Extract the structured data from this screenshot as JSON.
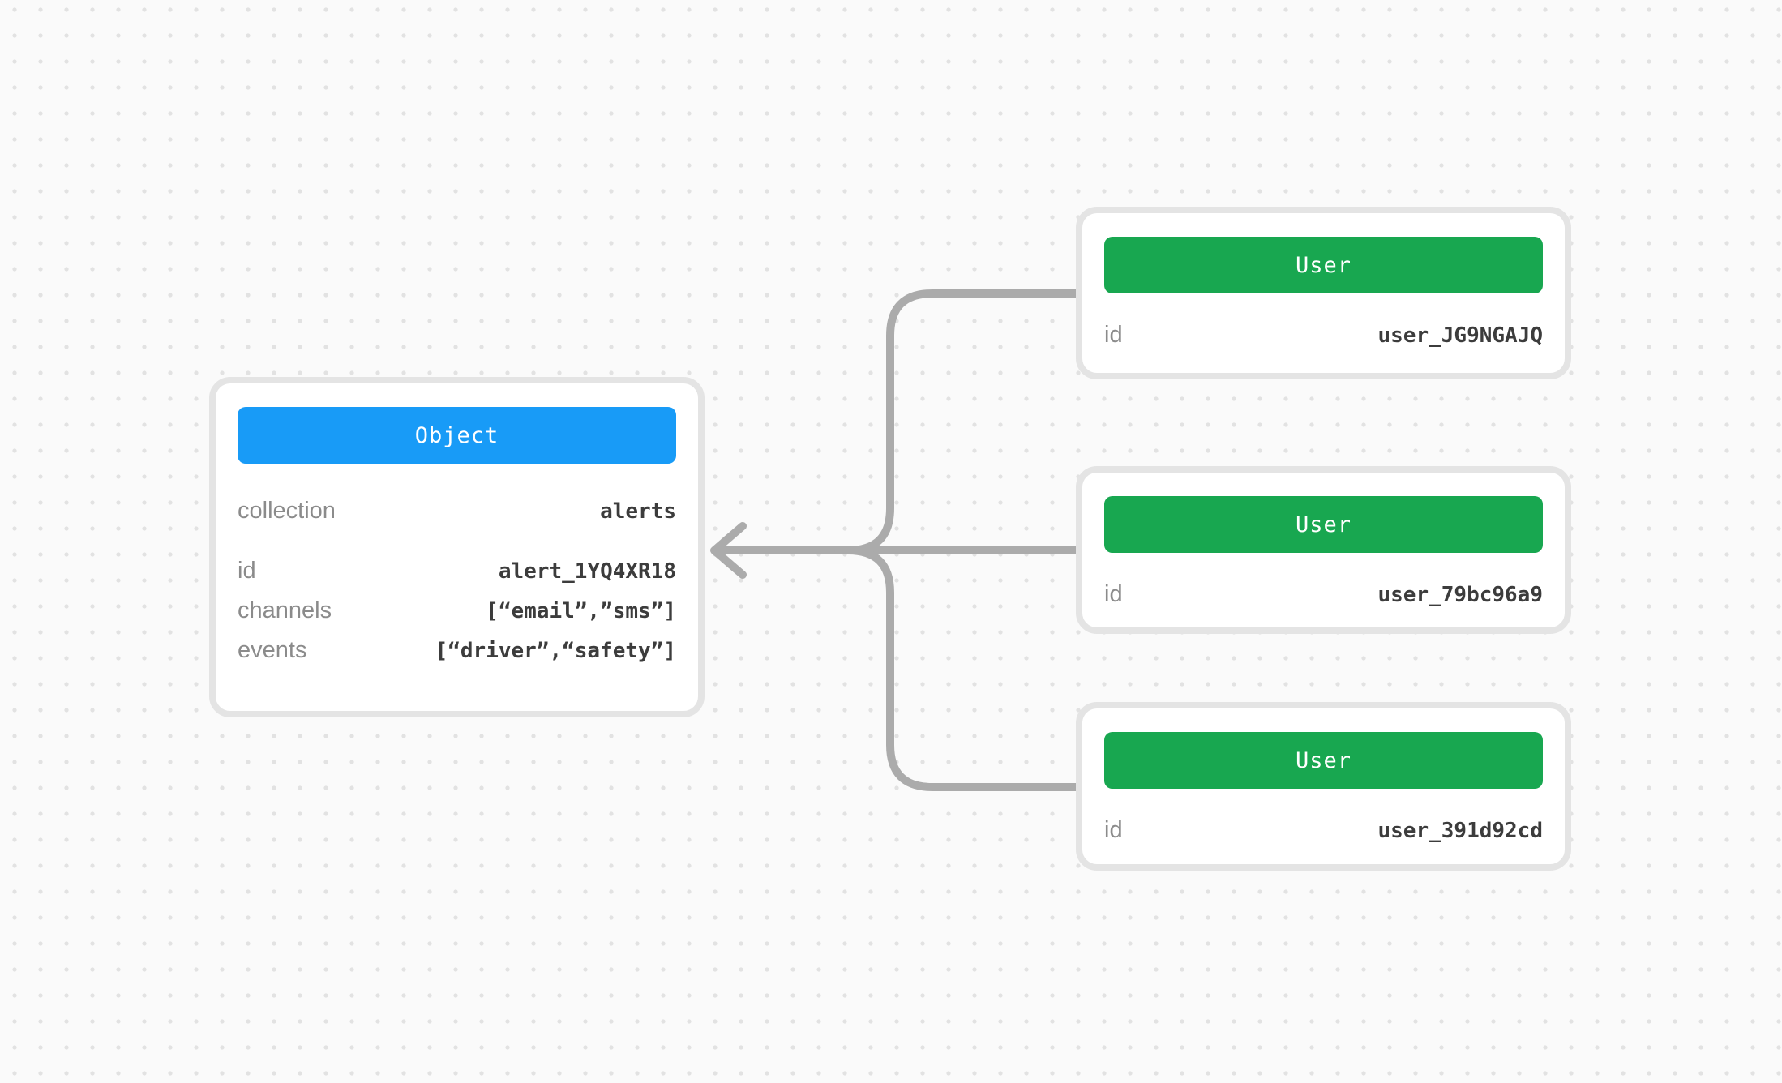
{
  "diagram": {
    "kind": "entity-relationship",
    "description": "One Object node referenced by three User nodes; merged connector arrow points from the User nodes to the Object node",
    "arrow_direction": "right-to-left"
  },
  "colors": {
    "background": "#fafafa",
    "dot": "#e2e2e2",
    "card_bg": "#ffffff",
    "card_border": "#e4e4e4",
    "object_header_bg": "#189bf7",
    "user_header_bg": "#18a750",
    "header_text": "#ffffff",
    "label": "#8b8b8b",
    "value": "#3c3c3c",
    "connector": "#ababab"
  },
  "object_card": {
    "title": "Object",
    "rows": [
      {
        "label": "collection",
        "value": "alerts"
      },
      {
        "label": "id",
        "value": "alert_1YQ4XR18"
      },
      {
        "label": "channels",
        "value": "[“email”,”sms”]"
      },
      {
        "label": "events",
        "value": "[“driver”,“safety”]"
      }
    ]
  },
  "user_cards": [
    {
      "title": "User",
      "rows": [
        {
          "label": "id",
          "value": "user_JG9NGAJQ"
        }
      ]
    },
    {
      "title": "User",
      "rows": [
        {
          "label": "id",
          "value": "user_79bc96a9"
        }
      ]
    },
    {
      "title": "User",
      "rows": [
        {
          "label": "id",
          "value": "user_391d92cd"
        }
      ]
    }
  ]
}
